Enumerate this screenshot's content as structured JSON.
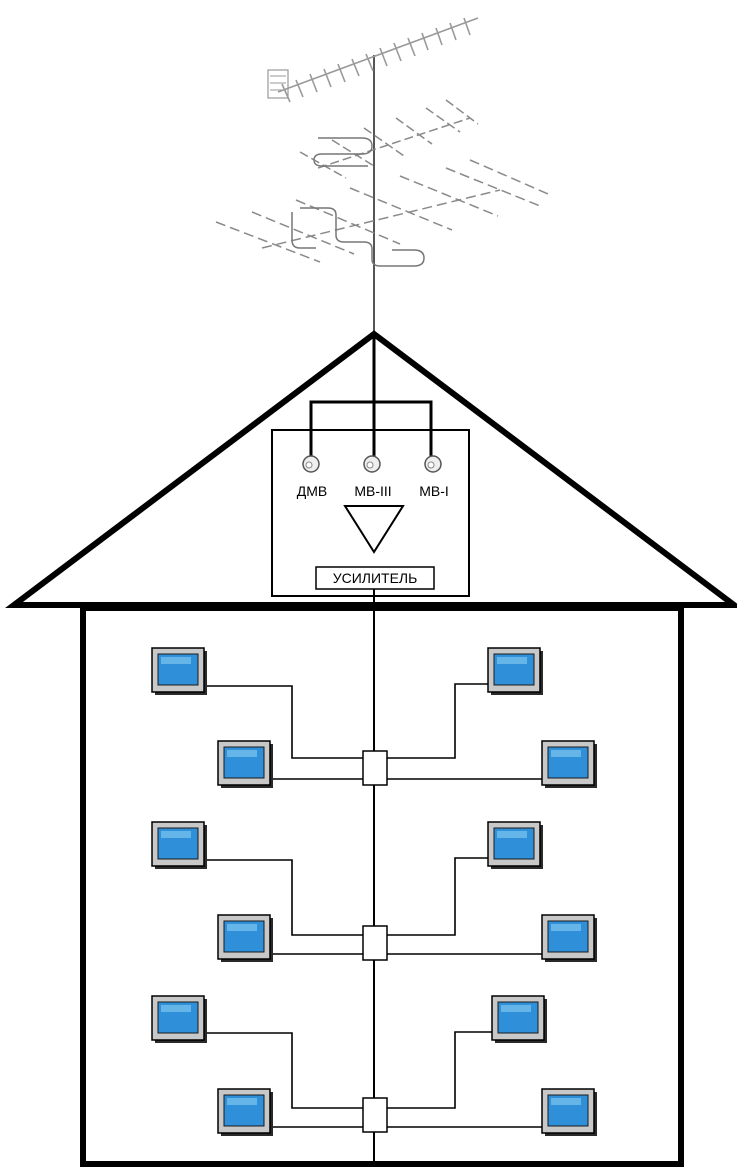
{
  "inputs": [
    {
      "label": "ДМВ"
    },
    {
      "label": "МВ-III"
    },
    {
      "label": "МВ-I"
    }
  ],
  "amplifier": {
    "label": "УСИЛИТЕЛЬ"
  },
  "colors": {
    "line": "#000000",
    "screen": "#2f8fd8",
    "screen_light": "#7cc4f0",
    "monitor_frame": "#c8c8c8",
    "antenna": "#9a9a9a"
  }
}
